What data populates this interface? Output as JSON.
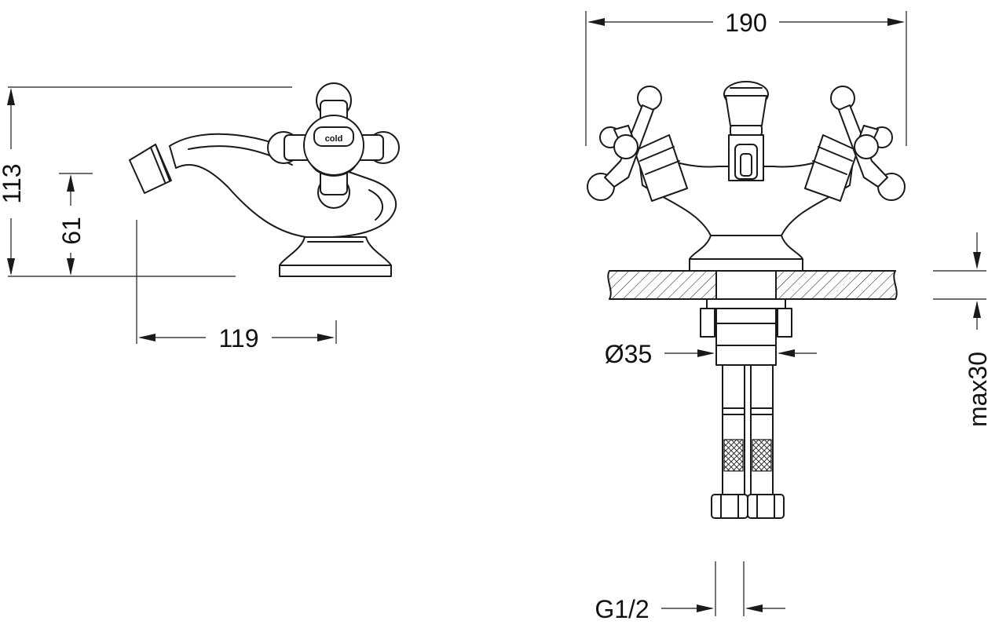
{
  "dimensions": {
    "width_side": "119",
    "height_total": "113",
    "height_spout": "61",
    "width_front": "190",
    "diameter_base": "Ø35",
    "thread": "G1/2",
    "deck_thickness": "max30"
  },
  "labels": {
    "handle_label": "cold"
  },
  "colors": {
    "line": "#1a1a1a",
    "background": "#ffffff"
  }
}
